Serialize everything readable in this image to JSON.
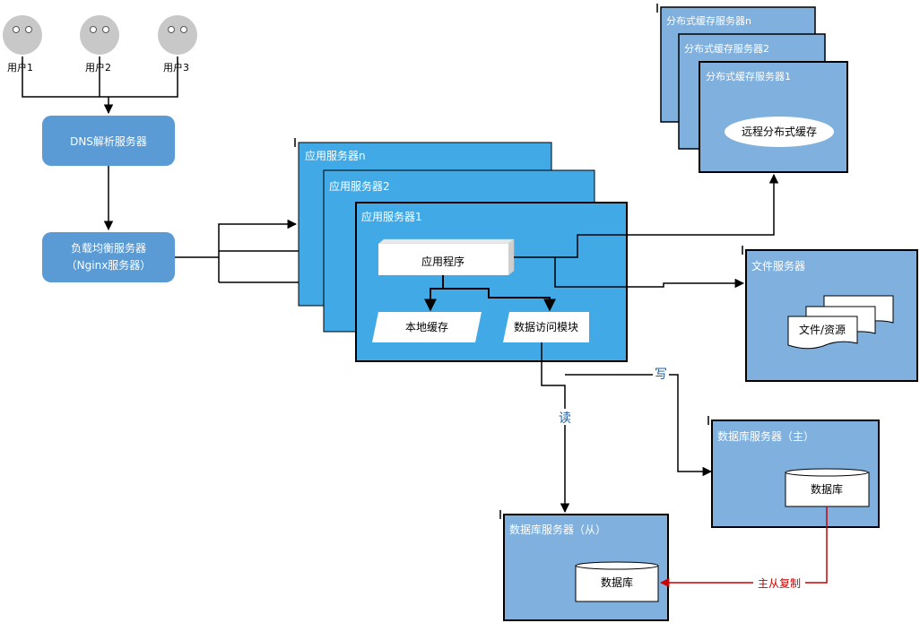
{
  "users": [
    {
      "label": "用户1"
    },
    {
      "label": "用户2"
    },
    {
      "label": "用户3"
    }
  ],
  "dns": {
    "label": "DNS解析服务器"
  },
  "lb": {
    "line1": "负载均衡服务器",
    "line2": "（Nginx服务器）"
  },
  "app_servers": {
    "n": "应用服务器n",
    "s2": "应用服务器2",
    "s1": "应用服务器1",
    "app_program": "应用程序",
    "local_cache": "本地缓存",
    "data_access": "数据访问模块"
  },
  "cache_servers": {
    "n": "分布式缓存服务器n",
    "s2": "分布式缓存服务器2",
    "s1": "分布式缓存服务器1",
    "remote_cache": "远程分布式缓存"
  },
  "file_server": {
    "title": "文件服务器",
    "doc": "文件/资源"
  },
  "db_master": {
    "title": "数据库服务器（主）",
    "db": "数据库"
  },
  "db_slave": {
    "title": "数据库服务器（从）",
    "db": "数据库"
  },
  "edges": {
    "write": "写",
    "read": "读",
    "replication": "主从复制"
  },
  "colors": {
    "user_gray": "#c8c8c8",
    "blue_rounded": "#5b9bd5",
    "app_blue": "#41a9e6",
    "server_blue": "#7fb0de",
    "replication_red": "#cc0000"
  }
}
